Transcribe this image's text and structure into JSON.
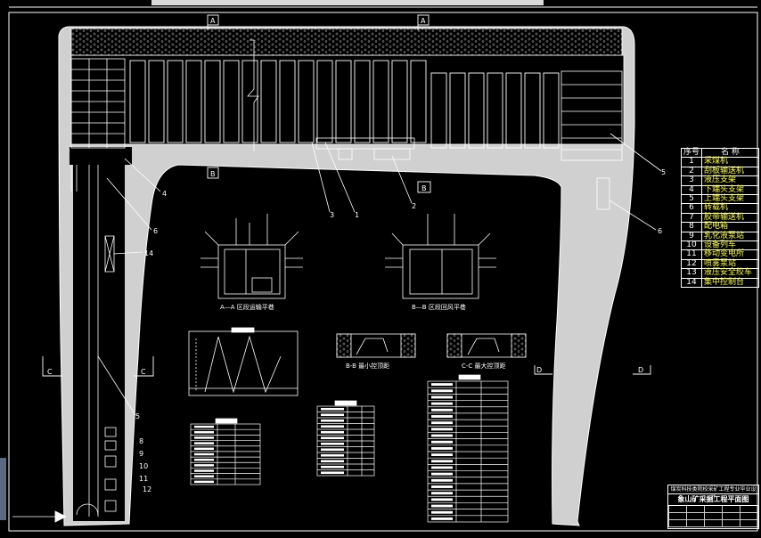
{
  "drawing": {
    "title_block": {
      "school": "煤炭科技类院校采矿工程专业毕业设计",
      "title": "象山矿采掘工程平面图"
    },
    "section_markers": [
      "A",
      "A",
      "B",
      "B",
      "C",
      "C",
      "D",
      "D"
    ],
    "callouts": [
      "1",
      "2",
      "3",
      "4",
      "5",
      "5",
      "6",
      "6",
      "8",
      "9",
      "10",
      "11",
      "12",
      "14"
    ],
    "captions": {
      "aa": "A—A  区段运输平巷",
      "bb": "B—B  区段回风平巷",
      "min_cut": "B-B  最小控顶距",
      "max_cut": "C-C  最大控顶距"
    },
    "legend": {
      "header_no": "序号",
      "header_name": "名  称",
      "items": [
        {
          "no": "1",
          "name": "采煤机"
        },
        {
          "no": "2",
          "name": "刮板输送机"
        },
        {
          "no": "3",
          "name": "液压支架"
        },
        {
          "no": "4",
          "name": "下端头支架"
        },
        {
          "no": "5",
          "name": "上端头支架"
        },
        {
          "no": "6",
          "name": "转载机"
        },
        {
          "no": "7",
          "name": "胶带输送机"
        },
        {
          "no": "8",
          "name": "配电箱"
        },
        {
          "no": "9",
          "name": "乳化液泵站"
        },
        {
          "no": "10",
          "name": "设备列车"
        },
        {
          "no": "11",
          "name": "移动变电所"
        },
        {
          "no": "12",
          "name": "喷雾泵站"
        },
        {
          "no": "13",
          "name": "液压安全绞车"
        },
        {
          "no": "14",
          "name": "集中控制台"
        }
      ]
    }
  }
}
